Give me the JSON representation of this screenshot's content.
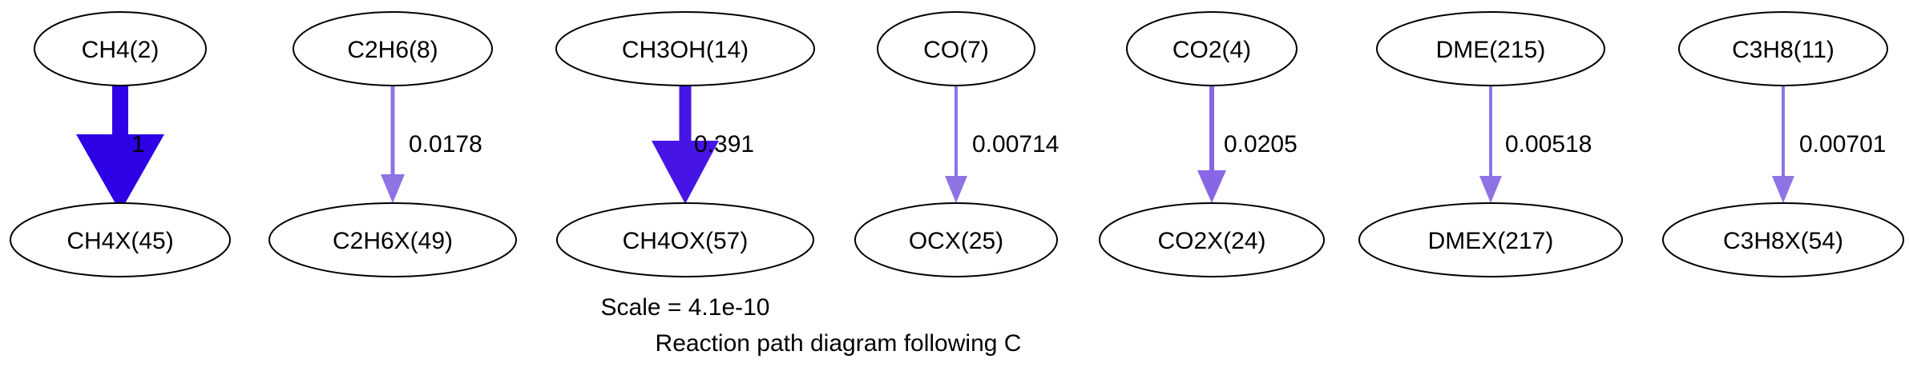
{
  "pairs": [
    {
      "source": "CH4(2)",
      "target": "CH4X(45)",
      "flux": "1",
      "color": "#2d00e5"
    },
    {
      "source": "C2H6(8)",
      "target": "C2H6X(49)",
      "flux": "0.0178",
      "color": "#8e73e5"
    },
    {
      "source": "CH3OH(14)",
      "target": "CH4OX(57)",
      "flux": "0.391",
      "color": "#4615e5"
    },
    {
      "source": "CO(7)",
      "target": "OCX(25)",
      "flux": "0.00714",
      "color": "#8e73e5"
    },
    {
      "source": "CO2(4)",
      "target": "CO2X(24)",
      "flux": "0.0205",
      "color": "#8966e5"
    },
    {
      "source": "DME(215)",
      "target": "DMEX(217)",
      "flux": "0.00518",
      "color": "#8e73e5"
    },
    {
      "source": "C3H8(11)",
      "target": "C3H8X(54)",
      "flux": "0.00701",
      "color": "#8e73e5"
    }
  ],
  "caption": {
    "scale": "Scale = 4.1e-10",
    "subtitle": "Reaction path diagram following C"
  }
}
